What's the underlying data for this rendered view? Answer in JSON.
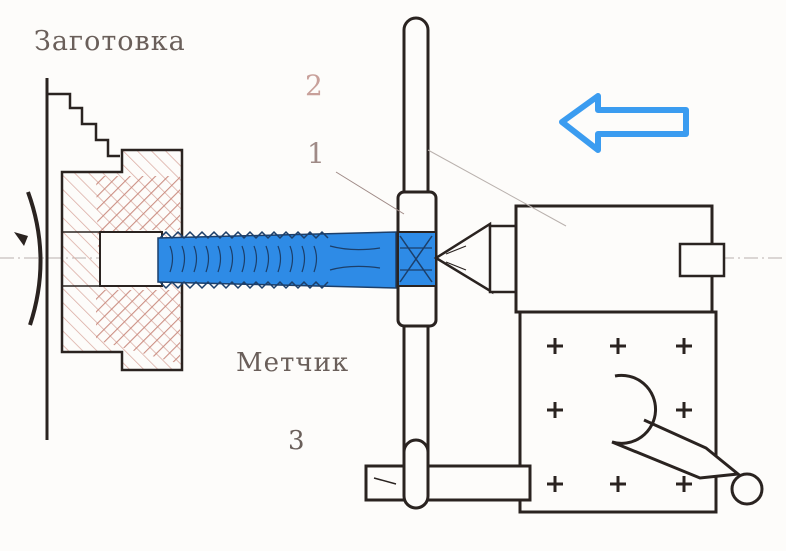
{
  "labels": {
    "workpiece": "Заготовка",
    "tap": "Метчик",
    "callout_2": "2",
    "callout_1": "1",
    "callout_3": "3"
  },
  "colors": {
    "tap_fill": "#2e8be6",
    "arrow": "#3b9cf0",
    "hatch": "#c98a7e",
    "outline": "#2a2320",
    "background": "#fdfcfa"
  },
  "icons": {
    "direction": "arrow-left-icon",
    "crosses": "plus-icon"
  }
}
